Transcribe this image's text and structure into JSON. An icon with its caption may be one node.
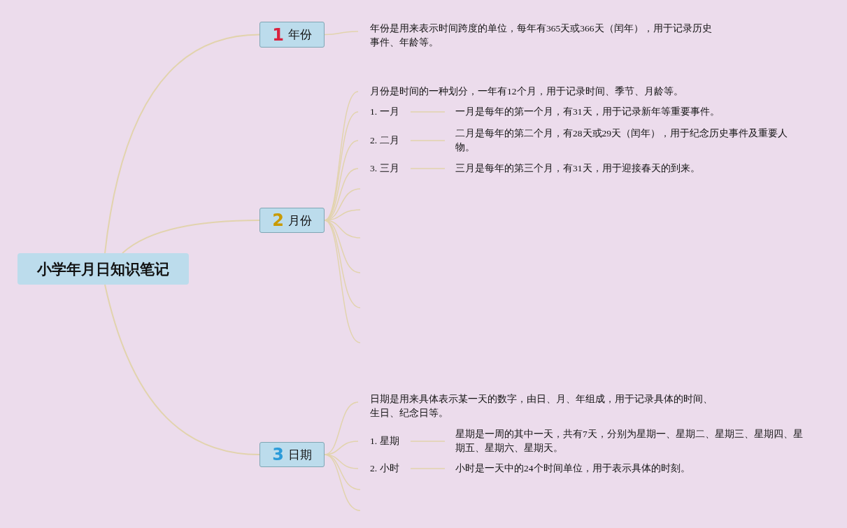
{
  "diagram": {
    "nodes": [
      {
        "text": [
          "小学年月日知识笔记"
        ]
      },
      {
        "text": [
          "1",
          "年份"
        ]
      },
      {
        "text": [
          "2",
          "月份"
        ]
      },
      {
        "text": [
          "3",
          "日期"
        ]
      },
      {
        "text": [
          "年份是用来表示时间跨度的单位，每年有365天或366天（闰年），用于记录历史事件、年龄等。"
        ]
      },
      {
        "text": [
          "月份是时间的一种划分，一年有12个月，用于记录时间、季节、月龄等。"
        ]
      },
      {
        "text": [
          "1. 一月"
        ]
      },
      {
        "text": [
          "一月是每年的第一个月，有31天，用于记录新年等重要事件。"
        ]
      },
      {
        "text": [
          "2. 二月"
        ]
      },
      {
        "text": [
          "二月是每年的第二个月，有28天或29天（闰年），用于纪念历史事件及重要人物。"
        ]
      },
      {
        "text": [
          "3. 三月"
        ]
      },
      {
        "text": [
          "三月是每年的第三个月，有31天，用于迎接春天的到来。"
        ]
      },
      {
        "text": [
          "日期是用来具体表示某一天的数字，由日、月、年组成，用于记录具体的时间、生日、纪念日等。"
        ]
      },
      {
        "text": [
          "1. 星期"
        ]
      },
      {
        "text": [
          "星期是一周的其中一天，共有7天，分别为星期一、星期二、星期三、星期四、星期五、星期六、星期天。"
        ]
      },
      {
        "text": [
          "2. 小时"
        ]
      },
      {
        "text": [
          "小时是一天中的24个时间单位，用于表示具体的时刻。"
        ]
      }
    ],
    "edges": [
      {
        "from": 0,
        "to": 1,
        "arrow": "none"
      },
      {
        "from": 0,
        "to": 2,
        "arrow": "none"
      },
      {
        "from": 0,
        "to": 3,
        "arrow": "none"
      },
      {
        "from": 1,
        "to": 4,
        "arrow": "none"
      },
      {
        "from": 2,
        "to": 5,
        "arrow": "none"
      },
      {
        "from": 2,
        "to": 6,
        "arrow": "none"
      },
      {
        "from": 2,
        "to": 8,
        "arrow": "none"
      },
      {
        "from": 2,
        "to": 10,
        "arrow": "none"
      },
      {
        "from": 2,
        "to": null,
        "arrow": "none"
      },
      {
        "from": 2,
        "to": null,
        "arrow": "none"
      },
      {
        "from": 2,
        "to": null,
        "arrow": "none"
      },
      {
        "from": 2,
        "to": null,
        "arrow": "none"
      },
      {
        "from": 2,
        "to": null,
        "arrow": "none"
      },
      {
        "from": 2,
        "to": null,
        "arrow": "none"
      },
      {
        "from": 6,
        "to": 7,
        "arrow": "none"
      },
      {
        "from": 8,
        "to": 9,
        "arrow": "none"
      },
      {
        "from": 10,
        "to": 11,
        "arrow": "none"
      },
      {
        "from": 3,
        "to": 12,
        "arrow": "none"
      },
      {
        "from": 3,
        "to": 13,
        "arrow": "none"
      },
      {
        "from": 3,
        "to": 15,
        "arrow": "none"
      },
      {
        "from": 3,
        "to": null,
        "arrow": "none"
      },
      {
        "from": 3,
        "to": null,
        "arrow": "none"
      },
      {
        "from": 13,
        "to": 14,
        "arrow": "none"
      },
      {
        "from": 15,
        "to": 16,
        "arrow": "none"
      }
    ]
  }
}
